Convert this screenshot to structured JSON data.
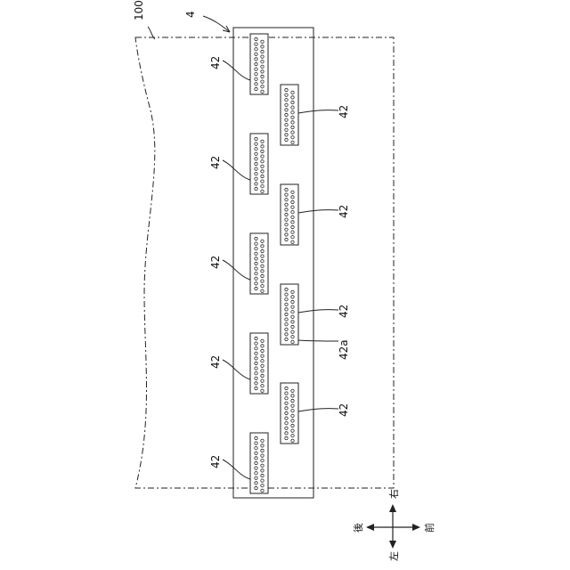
{
  "labels": {
    "substrate": "100",
    "strip": "4",
    "head_label": "42",
    "special_label": "42a"
  },
  "directions": {
    "up": "右",
    "down": "左",
    "left": "後",
    "right": "前"
  },
  "head_counts": {
    "left_column": 5,
    "right_column": 4
  }
}
